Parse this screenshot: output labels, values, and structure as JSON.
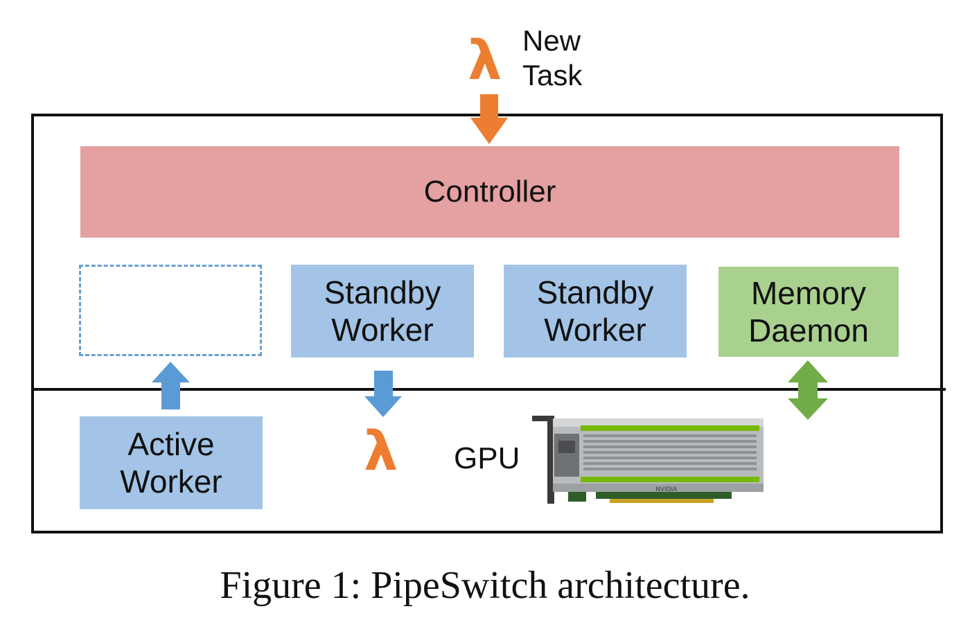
{
  "colors": {
    "controller": "#e5a0a2",
    "worker": "#a3c4e6",
    "worker_border": "#6a9fd4",
    "memory": "#a9d18e",
    "orange": "#ed7d31",
    "blue_arrow": "#5b9bd5",
    "green_arrow": "#70ad47",
    "line": "#111111"
  },
  "new_task": {
    "symbol": "λ",
    "line1": "New",
    "line2": "Task"
  },
  "controller": {
    "label": "Controller"
  },
  "workers": {
    "standby_1": {
      "line1": "Standby",
      "line2": "Worker"
    },
    "standby_2": {
      "line1": "Standby",
      "line2": "Worker"
    },
    "memory_daemon": {
      "line1": "Memory",
      "line2": "Daemon"
    },
    "active": {
      "line1": "Active",
      "line2": "Worker"
    }
  },
  "gpu": {
    "symbol": "λ",
    "label": "GPU",
    "icon": "nvidia-gpu-card-icon",
    "brand_text": "NVIDIA"
  },
  "caption": "Figure 1: PipeSwitch architecture."
}
